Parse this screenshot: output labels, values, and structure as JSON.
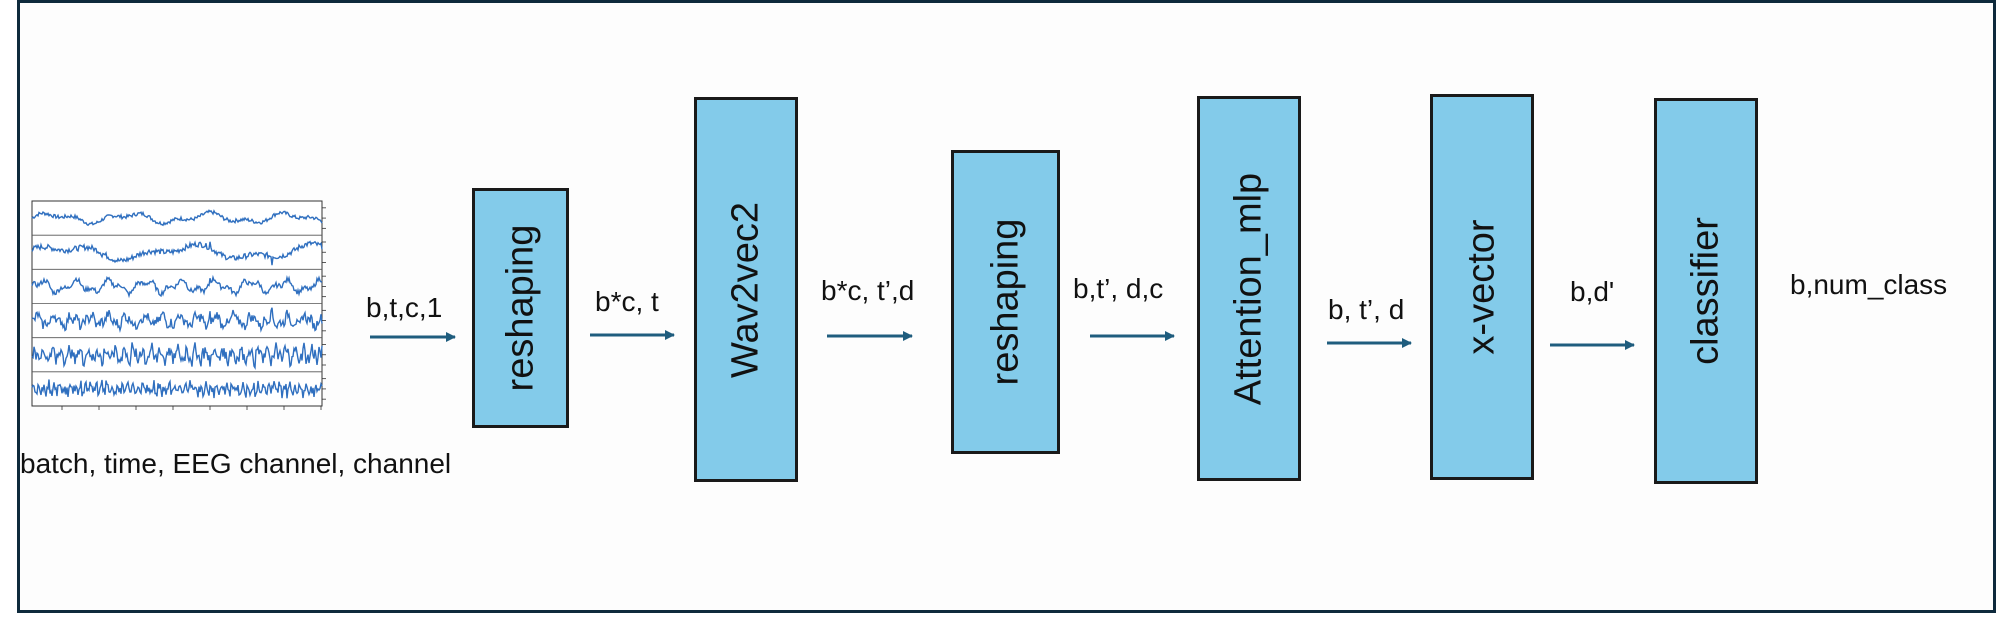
{
  "diagram": {
    "input_caption": "batch, time, EEG channel, channel",
    "blocks": [
      {
        "label": "reshaping"
      },
      {
        "label": "Wav2vec2"
      },
      {
        "label": "reshaping"
      },
      {
        "label": "Attention_mlp"
      },
      {
        "label": "x-vector"
      },
      {
        "label": "classifier"
      }
    ],
    "edges": [
      {
        "label": "b,t,c,1"
      },
      {
        "label": "b*c, t"
      },
      {
        "label": "b*c, t’,d"
      },
      {
        "label": "b,t’, d,c"
      },
      {
        "label": "b, t’, d"
      },
      {
        "label": "b,d'"
      }
    ],
    "output_label": "b,num_class",
    "colors": {
      "block_fill": "#83cbea",
      "arrow": "#1f5d7e",
      "frame": "#0e2a3c",
      "signal": "#2f6fbf"
    }
  }
}
